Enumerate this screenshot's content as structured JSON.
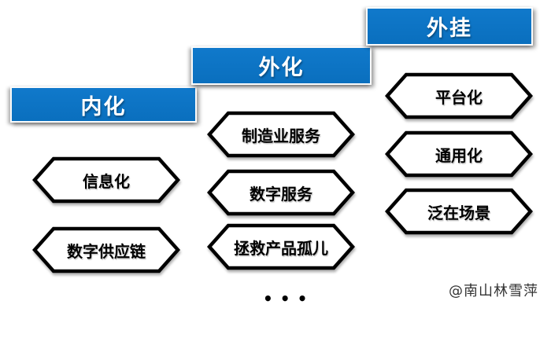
{
  "columns": [
    {
      "banner": "内化",
      "items": [
        "信息化",
        "数字供应链"
      ]
    },
    {
      "banner": "外化",
      "items": [
        "制造业服务",
        "数字服务",
        "拯救产品孤儿"
      ]
    },
    {
      "banner": "外挂",
      "items": [
        "平台化",
        "通用化",
        "泛在场景"
      ]
    }
  ],
  "ellipsis": "•••",
  "watermark": "@南山林雪萍",
  "colors": {
    "banner_blue": "#0A72C2",
    "shape_border": "#000000",
    "shape_fill": "#FFFFFF",
    "background": "#FFFFFF"
  }
}
